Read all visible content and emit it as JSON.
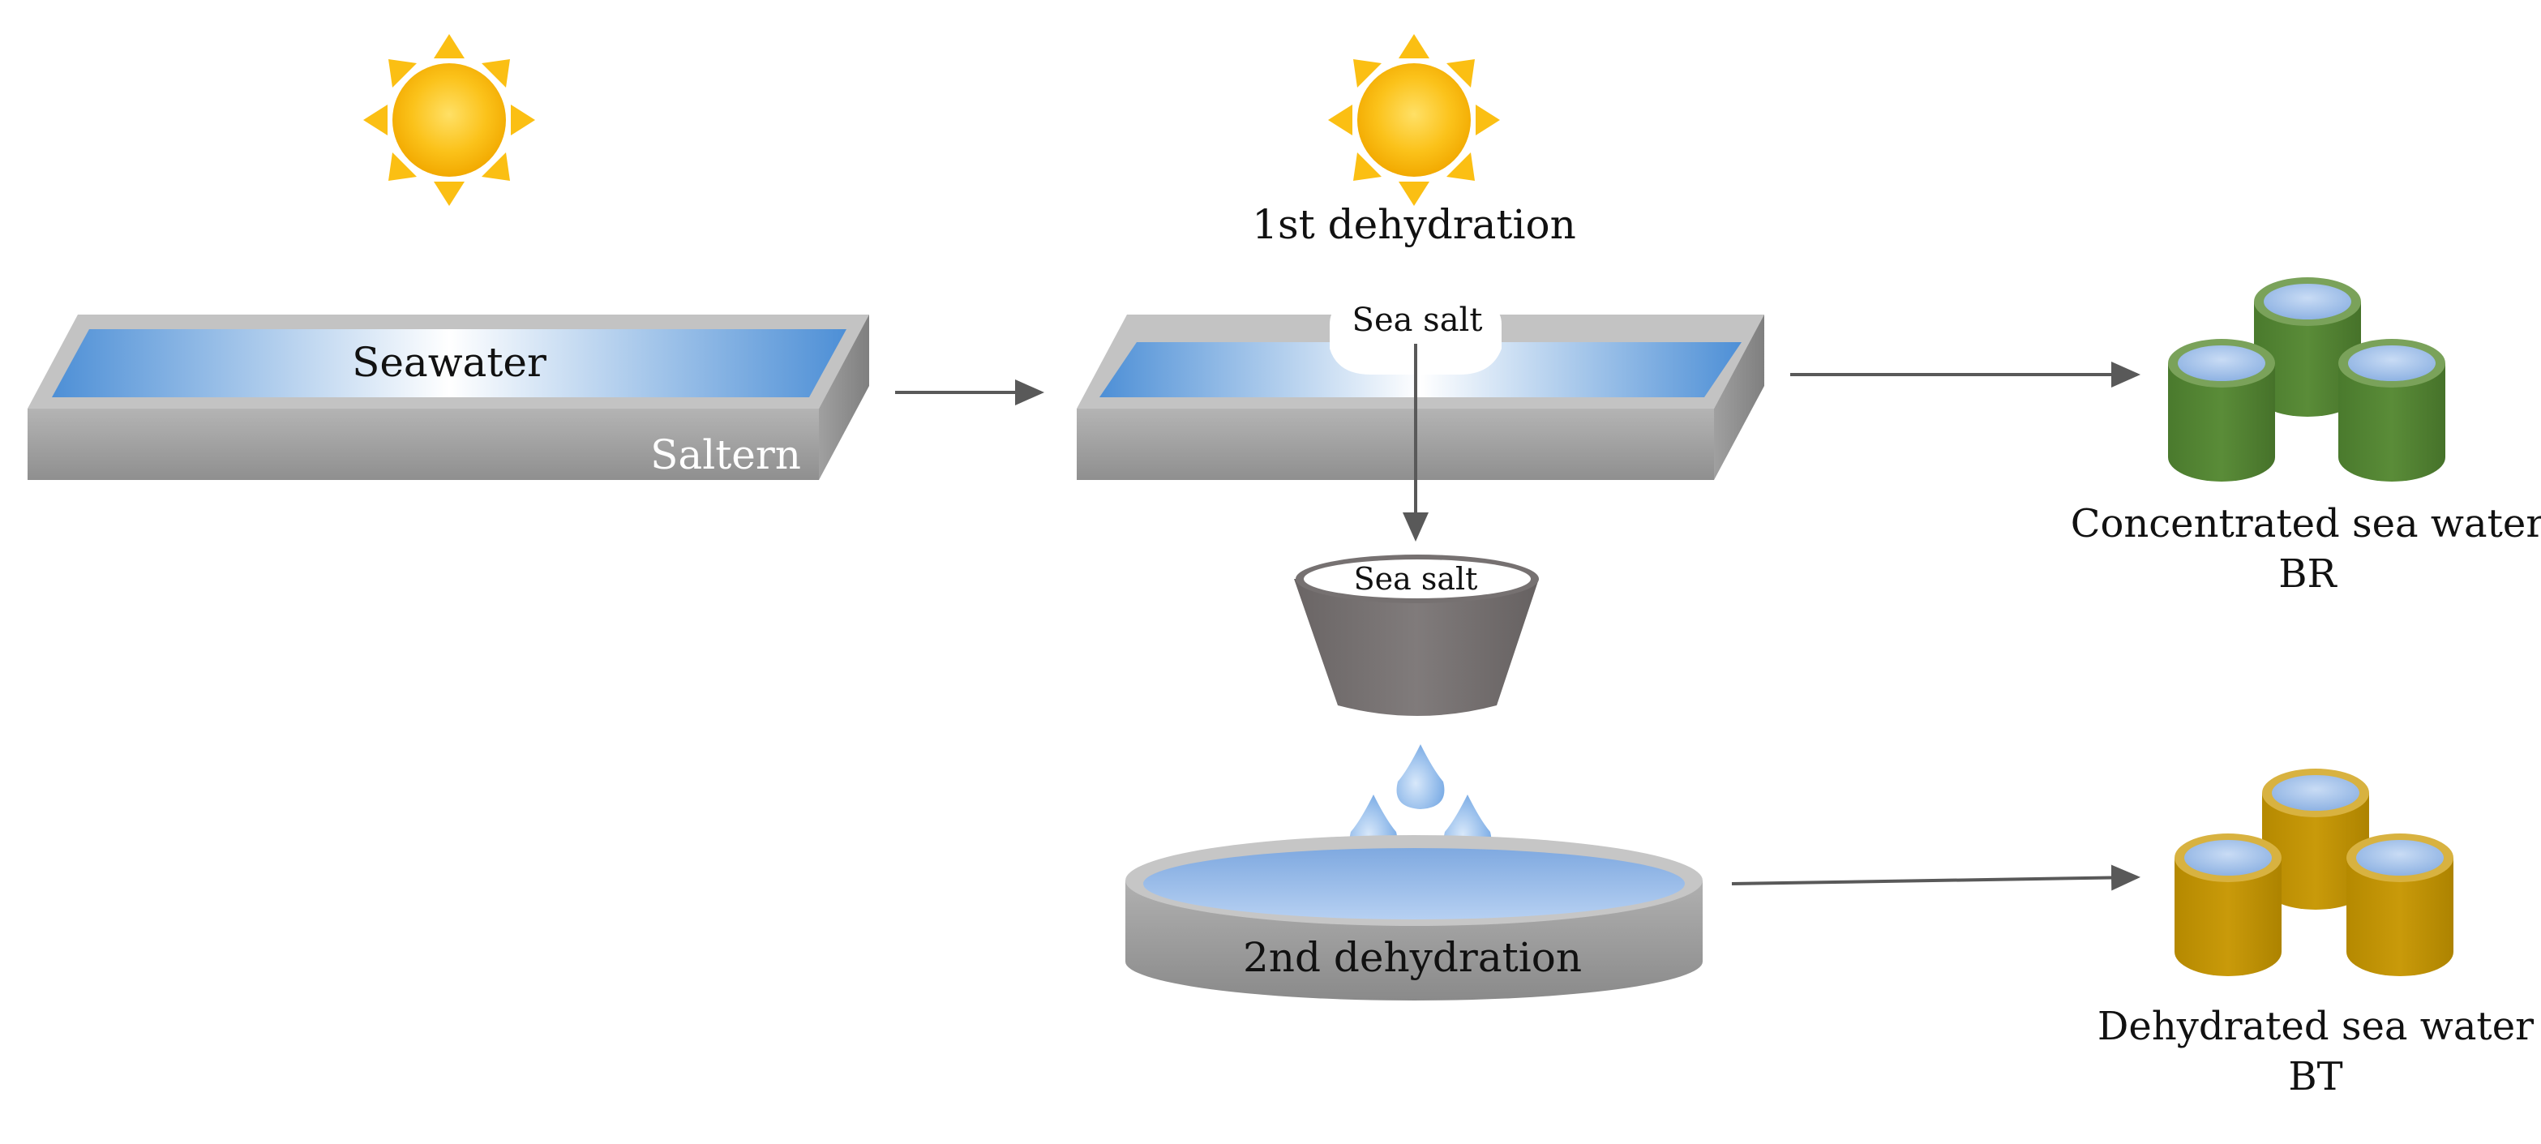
{
  "labels": {
    "seawater": "Seawater",
    "saltern": "Saltern",
    "first_dehydration": "1st dehydration",
    "sea_salt_pan": "Sea salt",
    "sea_salt_funnel": "Sea salt",
    "second_dehydration": "2nd dehydration",
    "concentrated_line1": "Concentrated sea water",
    "concentrated_line2": "BR",
    "dehydrated_line1": "Dehydrated sea water",
    "dehydrated_line2": "BT"
  },
  "colors": {
    "sun": "#fbbf13",
    "tray_gray": "#a6a6a6",
    "water_blue": "#5a98d8",
    "green_barrel": "#538135",
    "gold_barrel": "#bf9000",
    "funnel": "#767171",
    "arrow": "#595959"
  }
}
